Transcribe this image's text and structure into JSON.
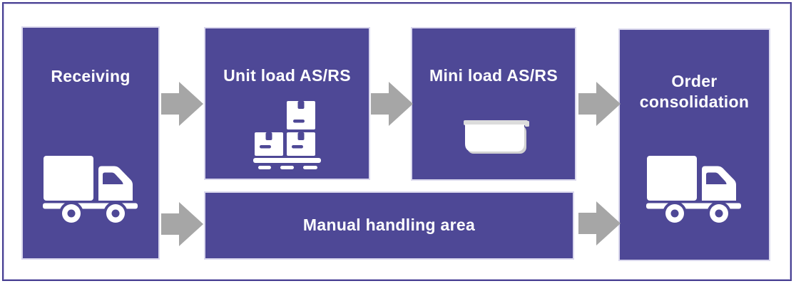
{
  "nodes": {
    "receiving": {
      "label": "Receiving",
      "icon": "truck-icon"
    },
    "unit_load": {
      "label": "Unit load AS/RS",
      "icon": "pallet-boxes-icon"
    },
    "mini_load": {
      "label": "Mini load AS/RS",
      "icon": "tote-bin-icon"
    },
    "order_consolidation": {
      "label": "Order consolidation",
      "icon": "truck-icon"
    },
    "manual_handling": {
      "label": "Manual handling area"
    }
  },
  "edges": [
    {
      "from": "receiving",
      "to": "unit_load"
    },
    {
      "from": "unit_load",
      "to": "mini_load"
    },
    {
      "from": "mini_load",
      "to": "order_consolidation"
    },
    {
      "from": "receiving",
      "to": "manual_handling"
    },
    {
      "from": "manual_handling",
      "to": "order_consolidation"
    }
  ],
  "colors": {
    "node_fill": "#4E4896",
    "node_edge_highlight": "#DAD8ED",
    "frame_border": "#473F92",
    "arrow": "#A6A6A6",
    "label_text": "#FFFFFF",
    "icon_fill": "#FFFFFF",
    "icon_shadow": "#D2D2D2",
    "background": "#FFFFFF"
  }
}
